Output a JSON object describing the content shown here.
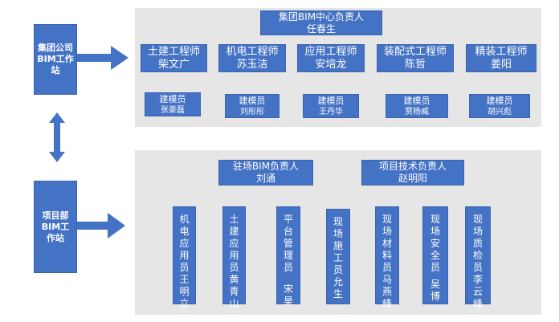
{
  "company_station": {
    "label": "集团公司BIM工作站"
  },
  "project_station": {
    "label": "项目部BIM工作站"
  },
  "center_head": {
    "title": "集团BIM中心负责人",
    "name": "任春生"
  },
  "engineers": [
    {
      "title": "土建工程师",
      "name": "柴文广"
    },
    {
      "title": "机电工程师",
      "name": "苏玉洁"
    },
    {
      "title": "应用工程师",
      "name": "安培龙"
    },
    {
      "title": "装配式工程师",
      "name": "陈哲"
    },
    {
      "title": "精装工程师",
      "name": "姜阳"
    }
  ],
  "modelers": [
    {
      "title": "建模员",
      "name": "张豪磊"
    },
    {
      "title": "建模员",
      "name": "刘彤彤"
    },
    {
      "title": "建模员",
      "name": "王丹华"
    },
    {
      "title": "建模员",
      "name": "贾杨威"
    },
    {
      "title": "建模员",
      "name": "胡兴彪"
    }
  ],
  "site_heads": [
    {
      "title": "驻场BIM负责人",
      "name": "刘通"
    },
    {
      "title": "项目技术负责人",
      "name": "赵明阳"
    }
  ],
  "site_staff": [
    {
      "title": "机电应用员",
      "name": "王明立"
    },
    {
      "title": "土建应用员",
      "name": "黄青山"
    },
    {
      "title": "平台管理员",
      "name": "宋昊"
    },
    {
      "title": "现场施工员",
      "name": "允生"
    },
    {
      "title": "现场材料员",
      "name": "马燕峰"
    },
    {
      "title": "现场安全员",
      "name": "吴博"
    },
    {
      "title": "现场质检员",
      "name": "李云峰"
    }
  ],
  "colors": {
    "box": "#4472c4",
    "panel": "#e6e6e6",
    "text": "#ffffff"
  }
}
